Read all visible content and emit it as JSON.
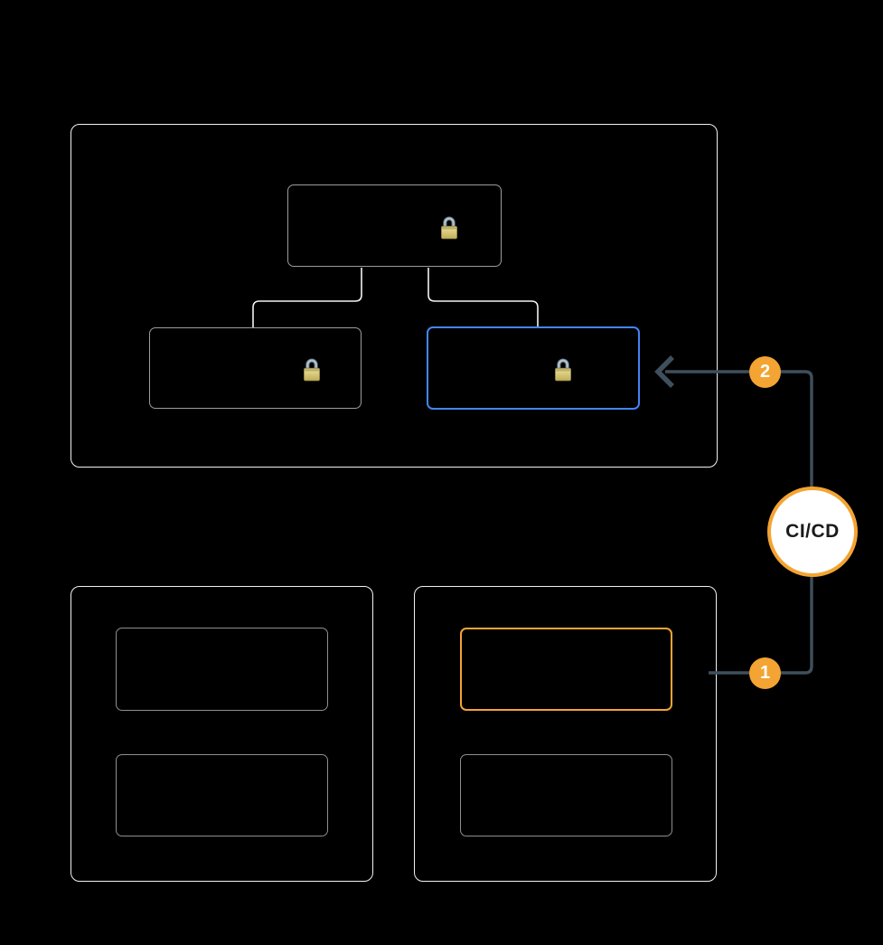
{
  "colors": {
    "background": "#000000",
    "accent-orange": "#F3A432",
    "accent-blue": "#4285F4",
    "line-slate": "#3F4F5C",
    "border-light": "#F2F2F2",
    "border-gray": "#9C9C9C",
    "border-gray-dark": "#8F8F8F",
    "cicd-text": "#1A1A1A",
    "badge-text": "#FFFFFF"
  },
  "cicd": {
    "label": "CI/CD"
  },
  "callouts": {
    "step1": {
      "label": "1"
    },
    "step2": {
      "label": "2"
    }
  },
  "icons": {
    "lock": "lock-icon",
    "arrow": "arrow-left-icon"
  }
}
